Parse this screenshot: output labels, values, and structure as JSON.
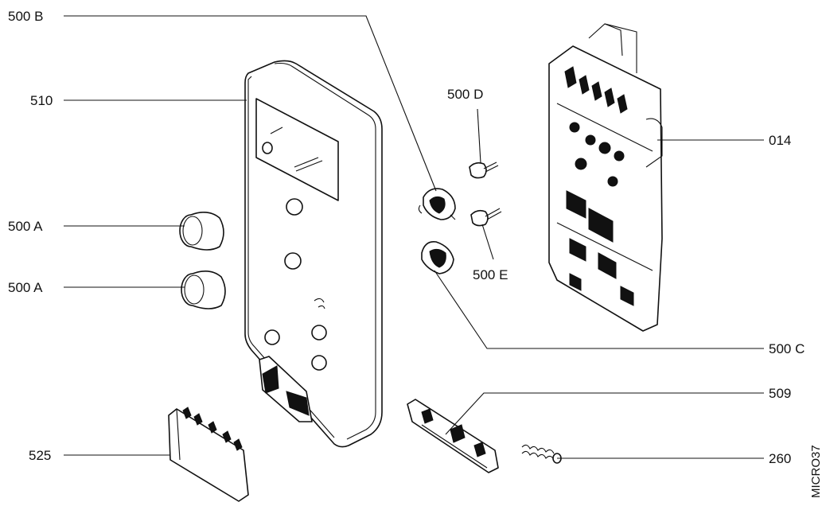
{
  "callouts": {
    "label_500b": "500 B",
    "label_510": "510",
    "label_500a_top": "500 A",
    "label_500a_bottom": "500 A",
    "label_525": "525",
    "label_500d": "500 D",
    "label_500e": "500 E",
    "label_500c": "500 C",
    "label_014": "014",
    "label_509": "509",
    "label_260": "260"
  },
  "drawing_code": "MICRO37"
}
